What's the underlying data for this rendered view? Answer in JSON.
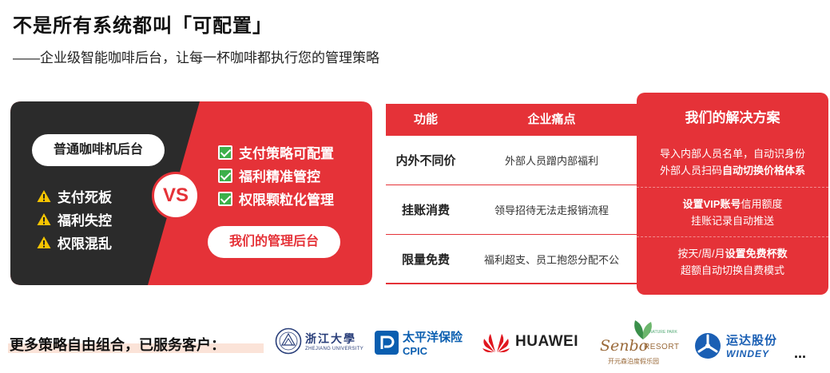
{
  "header": {
    "title": "不是所有系统都叫「可配置」",
    "subtitle": "——企业级智能咖啡后台，让每一杯咖啡都执行您的管理策略"
  },
  "compare": {
    "left_label": "普通咖啡机后台",
    "left_points": [
      "支付死板",
      "福利失控",
      "权限混乱"
    ],
    "vs": "VS",
    "right_points": [
      "支付策略可配置",
      "福利精准管控",
      "权限颗粒化管理"
    ],
    "right_label": "我们的管理后台",
    "colors": {
      "dark": "#2b2b2b",
      "red": "#e53238",
      "check": "#3cb04a",
      "warn": "#f5c400"
    }
  },
  "table": {
    "headers": [
      "功能",
      "企业痛点"
    ],
    "rows": [
      {
        "feature": "内外不同价",
        "pain": "外部人员蹭内部福利"
      },
      {
        "feature": "挂账消费",
        "pain": "领导招待无法走报销流程"
      },
      {
        "feature": "限量免费",
        "pain": "福利超支、员工抱怨分配不公"
      }
    ]
  },
  "solution": {
    "title": "我们的解决方案",
    "cells": [
      {
        "line1": "导入内部人员名单，自动识身份",
        "line2_plain": "外部人员扫码",
        "line2_bold": "自动切换价格体系"
      },
      {
        "line1_bold": "设置VIP账号",
        "line1_plain": "信用额度",
        "line2": "挂账记录自动推送"
      },
      {
        "line1_plain": "按天/周/月",
        "line1_bold": "设置免费杯数",
        "line2": "超额自动切换自费模式"
      }
    ]
  },
  "clients": {
    "label": "更多策略自由组合，已服务客户：",
    "logos": [
      {
        "name": "zhejiang-university",
        "text_cn": "浙江大學",
        "text_en": "ZHEJIANG UNIVERSITY"
      },
      {
        "name": "cpic",
        "text_cn": "太平洋保险",
        "text_en": "CPIC"
      },
      {
        "name": "huawei",
        "text": "HUAWEI"
      },
      {
        "name": "senbo-resort",
        "text_main": "Senbo",
        "text_sub": "RESORT",
        "text_top": "NATURE PARK",
        "text_cn": "开元森泊度假乐园"
      },
      {
        "name": "windey",
        "text_cn": "运达股份",
        "text_en": "WINDEY"
      }
    ],
    "more": "..."
  }
}
